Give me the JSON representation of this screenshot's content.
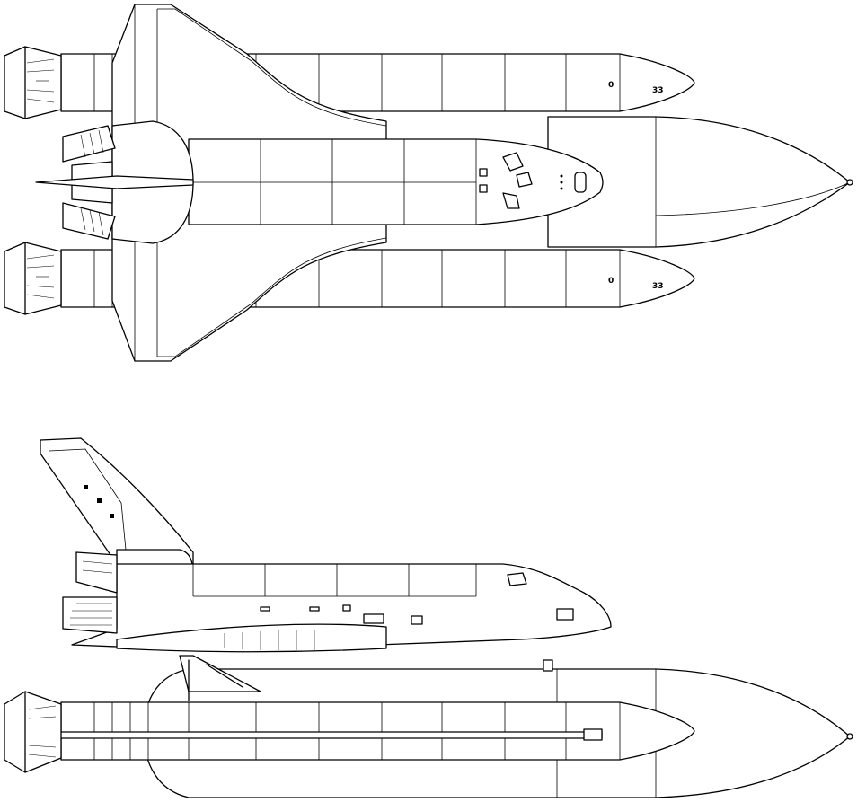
{
  "figure": {
    "views": [
      "top-view",
      "side-view"
    ]
  },
  "markings": {
    "top_booster_upper": "33",
    "top_booster_lower": "33",
    "top_booster_upper_small": "0",
    "top_booster_lower_small": "0"
  }
}
